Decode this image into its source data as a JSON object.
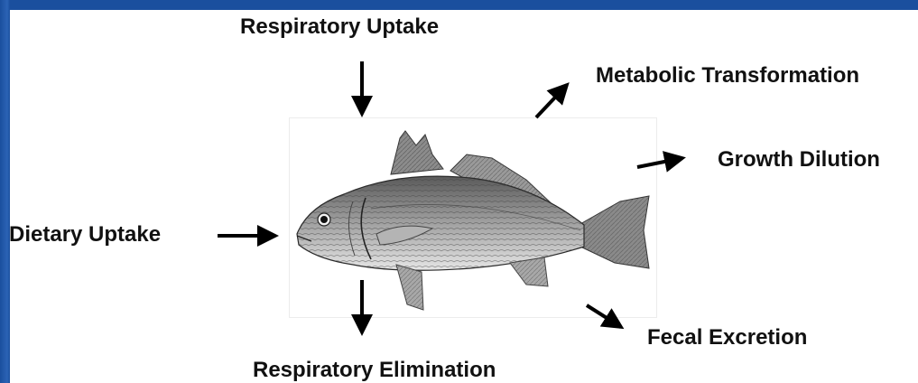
{
  "labels": {
    "respiratory_uptake": "Respiratory Uptake",
    "metabolic_transformation": "Metabolic Transformation",
    "growth_dilution": "Growth Dilution",
    "dietary_uptake": "Dietary Uptake",
    "fecal_excretion": "Fecal Excretion",
    "respiratory_elimination": "Respiratory Elimination"
  },
  "colors": {
    "background_blue": "#1f56a8",
    "text": "#111111",
    "arrow": "#000000"
  },
  "icons": {
    "fish": "fish-illustration"
  }
}
